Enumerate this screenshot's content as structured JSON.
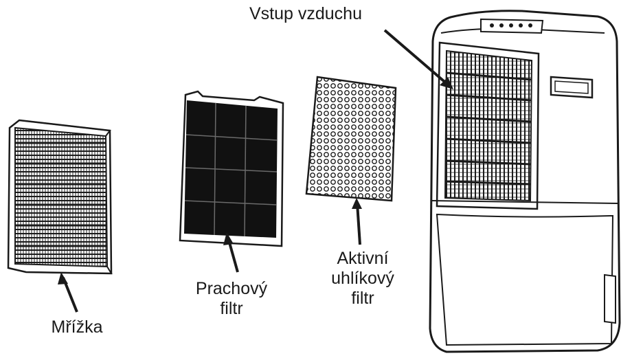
{
  "labels": {
    "air_inlet": "Vstup vzduchu",
    "grille": "Mřížka",
    "dust_filter": [
      "Prachový",
      "filtr"
    ],
    "carbon_filter": [
      "Aktivní",
      "uhlíkový",
      "filtr"
    ]
  },
  "colors": {
    "line": "#1a1a1a",
    "fill": "#ffffff",
    "dark": "#111111"
  }
}
